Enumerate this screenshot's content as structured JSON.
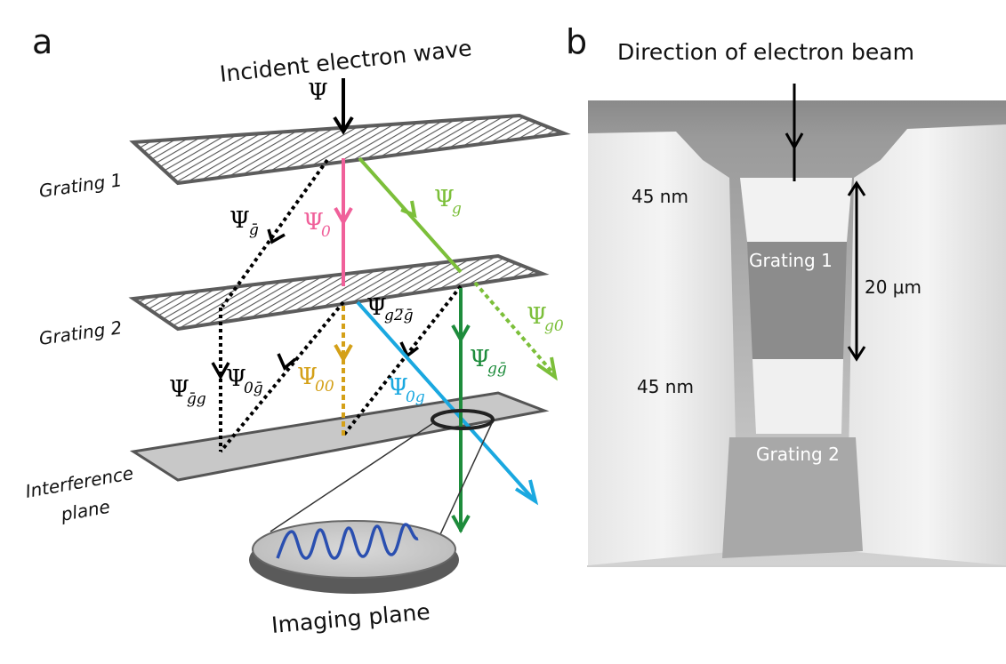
{
  "panel_a": {
    "letter": "a",
    "incident_label": "Incident electron wave",
    "grating1_label": "Grating 1",
    "grating2_label": "Grating 2",
    "interference_label_line1": "Interference",
    "interference_label_line2": "plane",
    "imaging_label": "Imaging plane",
    "waves": {
      "psi": {
        "symbol": "Ψ",
        "sub": ""
      },
      "psi_gbar": {
        "symbol": "Ψ",
        "sub": "ḡ"
      },
      "psi_0": {
        "symbol": "Ψ",
        "sub": "0"
      },
      "psi_g": {
        "symbol": "Ψ",
        "sub": "g"
      },
      "psi_g2g": {
        "symbol": "Ψ",
        "sub": "g2̅ḡ"
      },
      "psi_g0": {
        "symbol": "Ψ",
        "sub": "g0"
      },
      "psi_ggbar": {
        "symbol": "Ψ",
        "sub": "gḡ"
      },
      "psi_gbarg": {
        "symbol": "Ψ",
        "sub": "ḡg"
      },
      "psi_0gbar": {
        "symbol": "Ψ",
        "sub": "0ḡ"
      },
      "psi_00": {
        "symbol": "Ψ",
        "sub": "00"
      },
      "psi_0g": {
        "symbol": "Ψ",
        "sub": "0g"
      }
    },
    "colors": {
      "black": "#000000",
      "pink": "#f0609a",
      "light_green": "#7cbf3a",
      "dark_green": "#1e8c3c",
      "gold": "#d4a018",
      "blue": "#1aa8e0",
      "wave_blue": "#2a4fb0"
    }
  },
  "panel_b": {
    "letter": "b",
    "title": "Direction of electron beam",
    "label_45_top": "45 nm",
    "label_45_bottom": "45 nm",
    "label_20um": "20 μm",
    "grating1": "Grating 1",
    "grating2": "Grating 2"
  }
}
